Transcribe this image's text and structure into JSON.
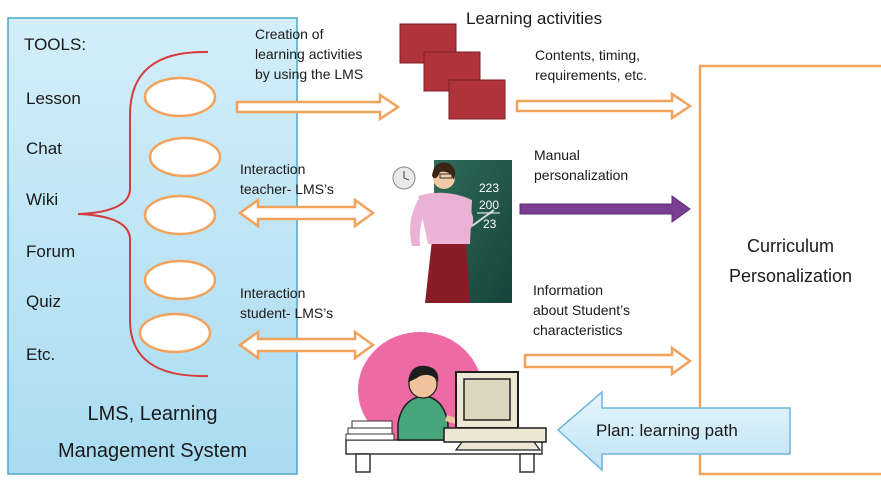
{
  "lms_box": {
    "tools_heading": "TOOLS:",
    "tools": [
      "Lesson",
      "Chat",
      "Wiki",
      "Forum",
      "Quiz",
      "Etc."
    ],
    "title_line1": "LMS, Learning",
    "title_line2": "Management System"
  },
  "learning_activities": {
    "heading": "Learning activities",
    "creation_note": "Creation of\nlearning activities\nby using the LMS",
    "contents_note": "Contents, timing,\nrequirements, etc."
  },
  "teacher_interaction": {
    "label": "Interaction\nteacher- LMS’s",
    "manual_note": "Manual\npersonalization",
    "board_numbers": [
      "223",
      "200",
      "23"
    ]
  },
  "student_interaction": {
    "label": "Interaction\nstudent- LMS’s",
    "info_note": "Information\nabout Student’s\ncharacteristics"
  },
  "curriculum": {
    "line1": "Curriculum",
    "line2": "Personalization"
  },
  "plan_arrow": {
    "label": "Plan: learning path"
  },
  "colors": {
    "lms_fill": "#bfe6f6",
    "lms_border": "#4ea6c9",
    "orange": "#f2a25b",
    "purple": "#7a3e93",
    "activity_red": "#b0333a",
    "plan_fill": "#d4ecf8"
  }
}
